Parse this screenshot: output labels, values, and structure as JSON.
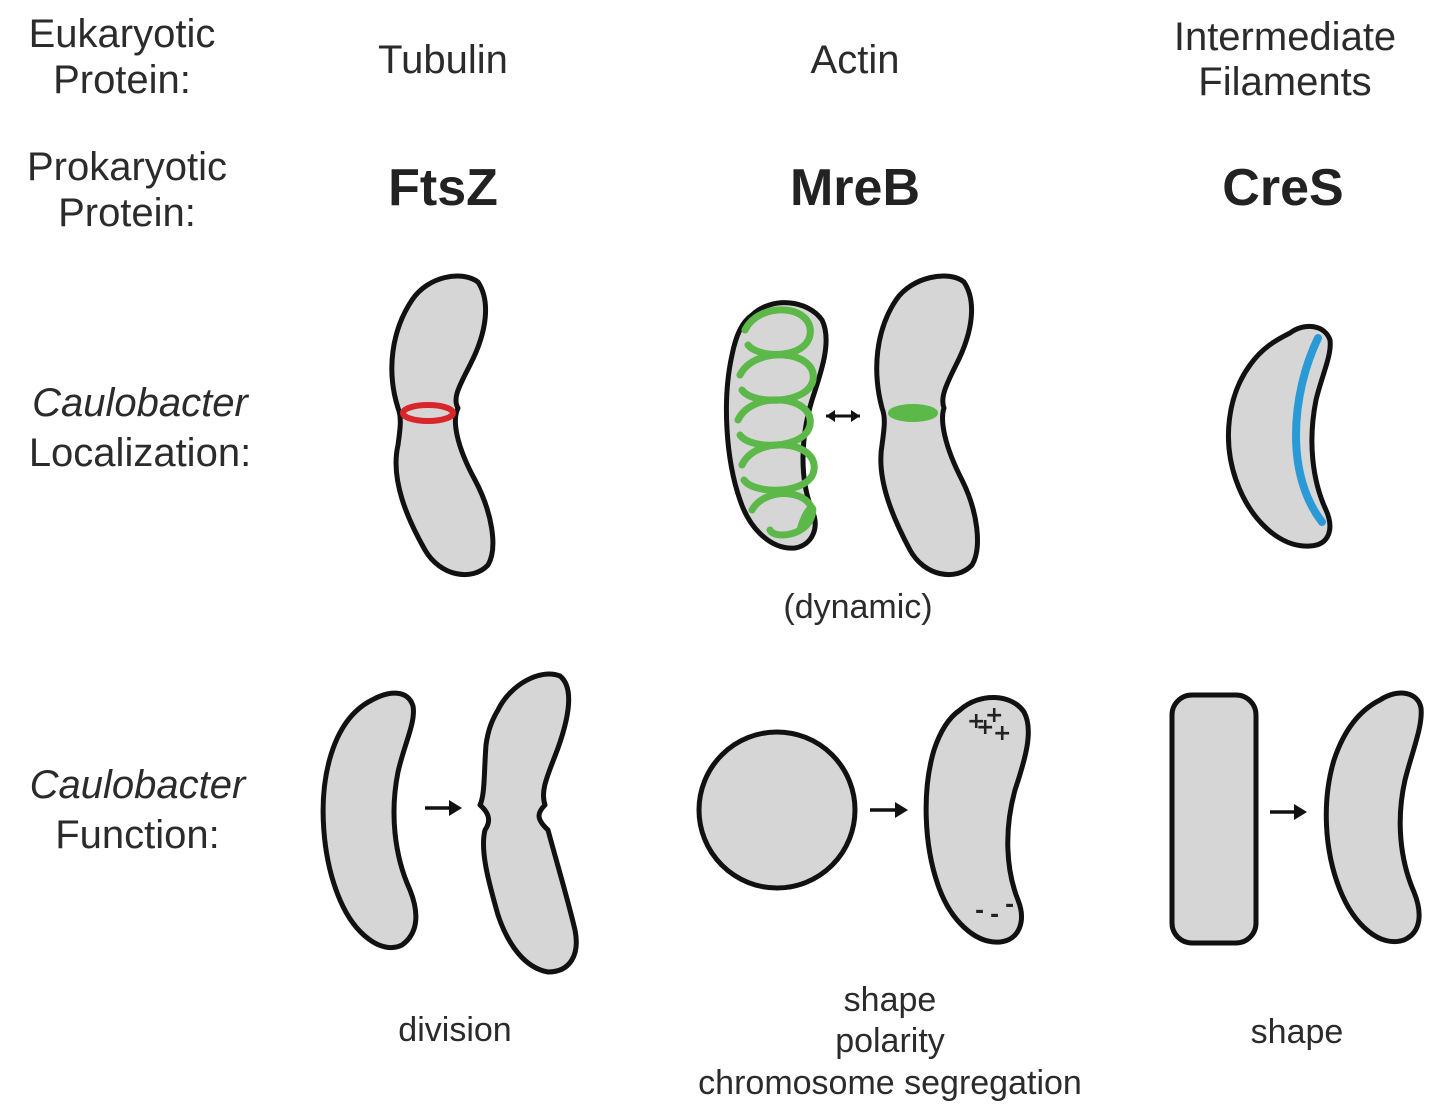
{
  "row_labels": {
    "eukaryotic": [
      "Eukaryotic",
      "Protein:"
    ],
    "prokaryotic": [
      "Prokaryotic",
      "Protein:"
    ],
    "localization": [
      "Caulobacter",
      "Localization:"
    ],
    "function": [
      "Caulobacter",
      "Function:"
    ]
  },
  "columns": [
    {
      "eukaryotic": "Tubulin",
      "prokaryotic": "FtsZ"
    },
    {
      "eukaryotic": "Actin",
      "prokaryotic": "MreB"
    },
    {
      "eukaryotic": [
        "Intermediate",
        "Filaments"
      ],
      "prokaryotic": "CreS"
    }
  ],
  "captions": {
    "mreb_localization": "(dynamic)",
    "ftsz_function": "division",
    "mreb_function": [
      "shape",
      "polarity",
      "chromosome segregation"
    ],
    "cres_function": "shape"
  },
  "colors": {
    "ftsz_ring": "#d9262b",
    "mreb": "#5cb848",
    "cres": "#2a9ad6",
    "cell_fill": "#d6d6d6",
    "outline": "#111111"
  }
}
